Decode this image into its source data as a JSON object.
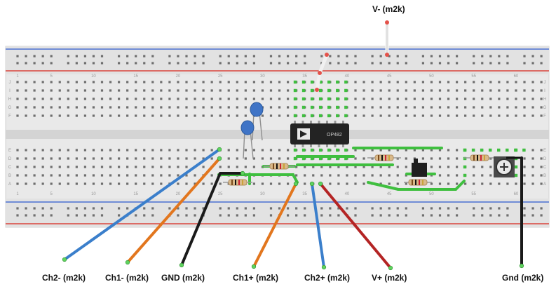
{
  "wire_labels": {
    "v_minus": "V- (m2k)",
    "ch2_minus": "Ch2- (m2k)",
    "ch1_minus": "Ch1- (m2k)",
    "gnd": "GND (m2k)",
    "ch1_plus": "Ch1+ (m2k)",
    "ch2_plus": "Ch2+ (m2k)",
    "v_plus": "V+ (m2k)",
    "gnd_right": "Gnd (m2k)"
  },
  "ic": {
    "part": "OP482"
  },
  "column_numbers": [
    "1",
    "5",
    "10",
    "15",
    "20",
    "25",
    "30",
    "35",
    "40",
    "45",
    "50",
    "55",
    "60"
  ],
  "row_letters_top": [
    "J",
    "I",
    "H",
    "G",
    "F"
  ],
  "row_letters_bottom": [
    "E",
    "D",
    "C",
    "B",
    "A"
  ],
  "colors": {
    "board": "#e9e9e9",
    "rail_red": "#d9443c",
    "rail_blue": "#4a6fd1",
    "highlight": "#3fbf3f",
    "wire_blue": "#3b7fcb",
    "wire_orange": "#e2761e",
    "wire_black": "#1a1a1a",
    "wire_red": "#b42424",
    "ic_body": "#232323",
    "capacitor": "#3f74c6"
  }
}
